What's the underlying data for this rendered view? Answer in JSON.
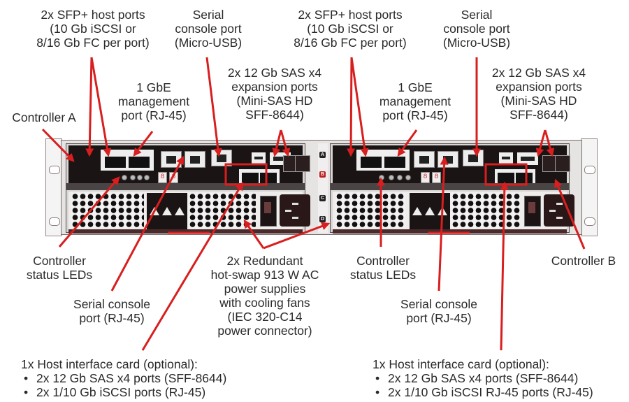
{
  "diagram": {
    "subject": "Storage enclosure rear view with dual controllers",
    "accent_color": "#d81e1e"
  },
  "labels": {
    "sfp_a": [
      "2x SFP+ host ports",
      "(10 Gb iSCSI or",
      "8/16 Gb FC per port)"
    ],
    "serial_usb_a": [
      "Serial",
      "console port",
      "(Micro-USB)"
    ],
    "sfp_b": [
      "2x SFP+ host ports",
      "(10 Gb iSCSI or",
      "8/16 Gb FC per port)"
    ],
    "serial_usb_b": [
      "Serial",
      "console port",
      "(Micro-USB)"
    ],
    "mgmt_a": [
      "1 GbE",
      "management",
      "port (RJ-45)"
    ],
    "sas_a": [
      "2x 12 Gb SAS x4",
      "expansion ports",
      "(Mini-SAS HD",
      "SFF-8644)"
    ],
    "mgmt_b": [
      "1 GbE",
      "management",
      "port (RJ-45)"
    ],
    "sas_b": [
      "2x 12 Gb SAS x4",
      "expansion ports",
      "(Mini-SAS HD",
      "SFF-8644)"
    ],
    "controller_a": "Controller A",
    "controller_b": "Controller B",
    "leds_a": [
      "Controller",
      "status LEDs"
    ],
    "leds_b": [
      "Controller",
      "status LEDs"
    ],
    "psu": [
      "2x Redundant",
      "hot-swap 913 W AC",
      "power supplies",
      "with cooling fans",
      "(IEC 320-C14",
      "power connector)"
    ],
    "serial_rj_a": [
      "Serial console",
      "port (RJ-45)"
    ],
    "serial_rj_b": [
      "Serial console",
      "port (RJ-45)"
    ],
    "hic_a": {
      "title": "1x Host interface card (optional):",
      "items": [
        "2x 12 Gb SAS x4 ports (SFF-8644)",
        "2x 1/10 Gb iSCSI ports (RJ-45)"
      ]
    },
    "hic_b": {
      "title": "1x Host interface card (optional):",
      "items": [
        "2x 12 Gb SAS x4 ports (SFF-8644)",
        "2x 1/10 Gb iSCSI RJ-45 ports (RJ-45)"
      ]
    }
  },
  "chassis": {
    "seven_segment_a": [
      "8",
      "8"
    ],
    "seven_segment_b": [
      "8",
      "8"
    ],
    "midplane_markers": [
      "A",
      "B",
      "C",
      "D"
    ]
  }
}
